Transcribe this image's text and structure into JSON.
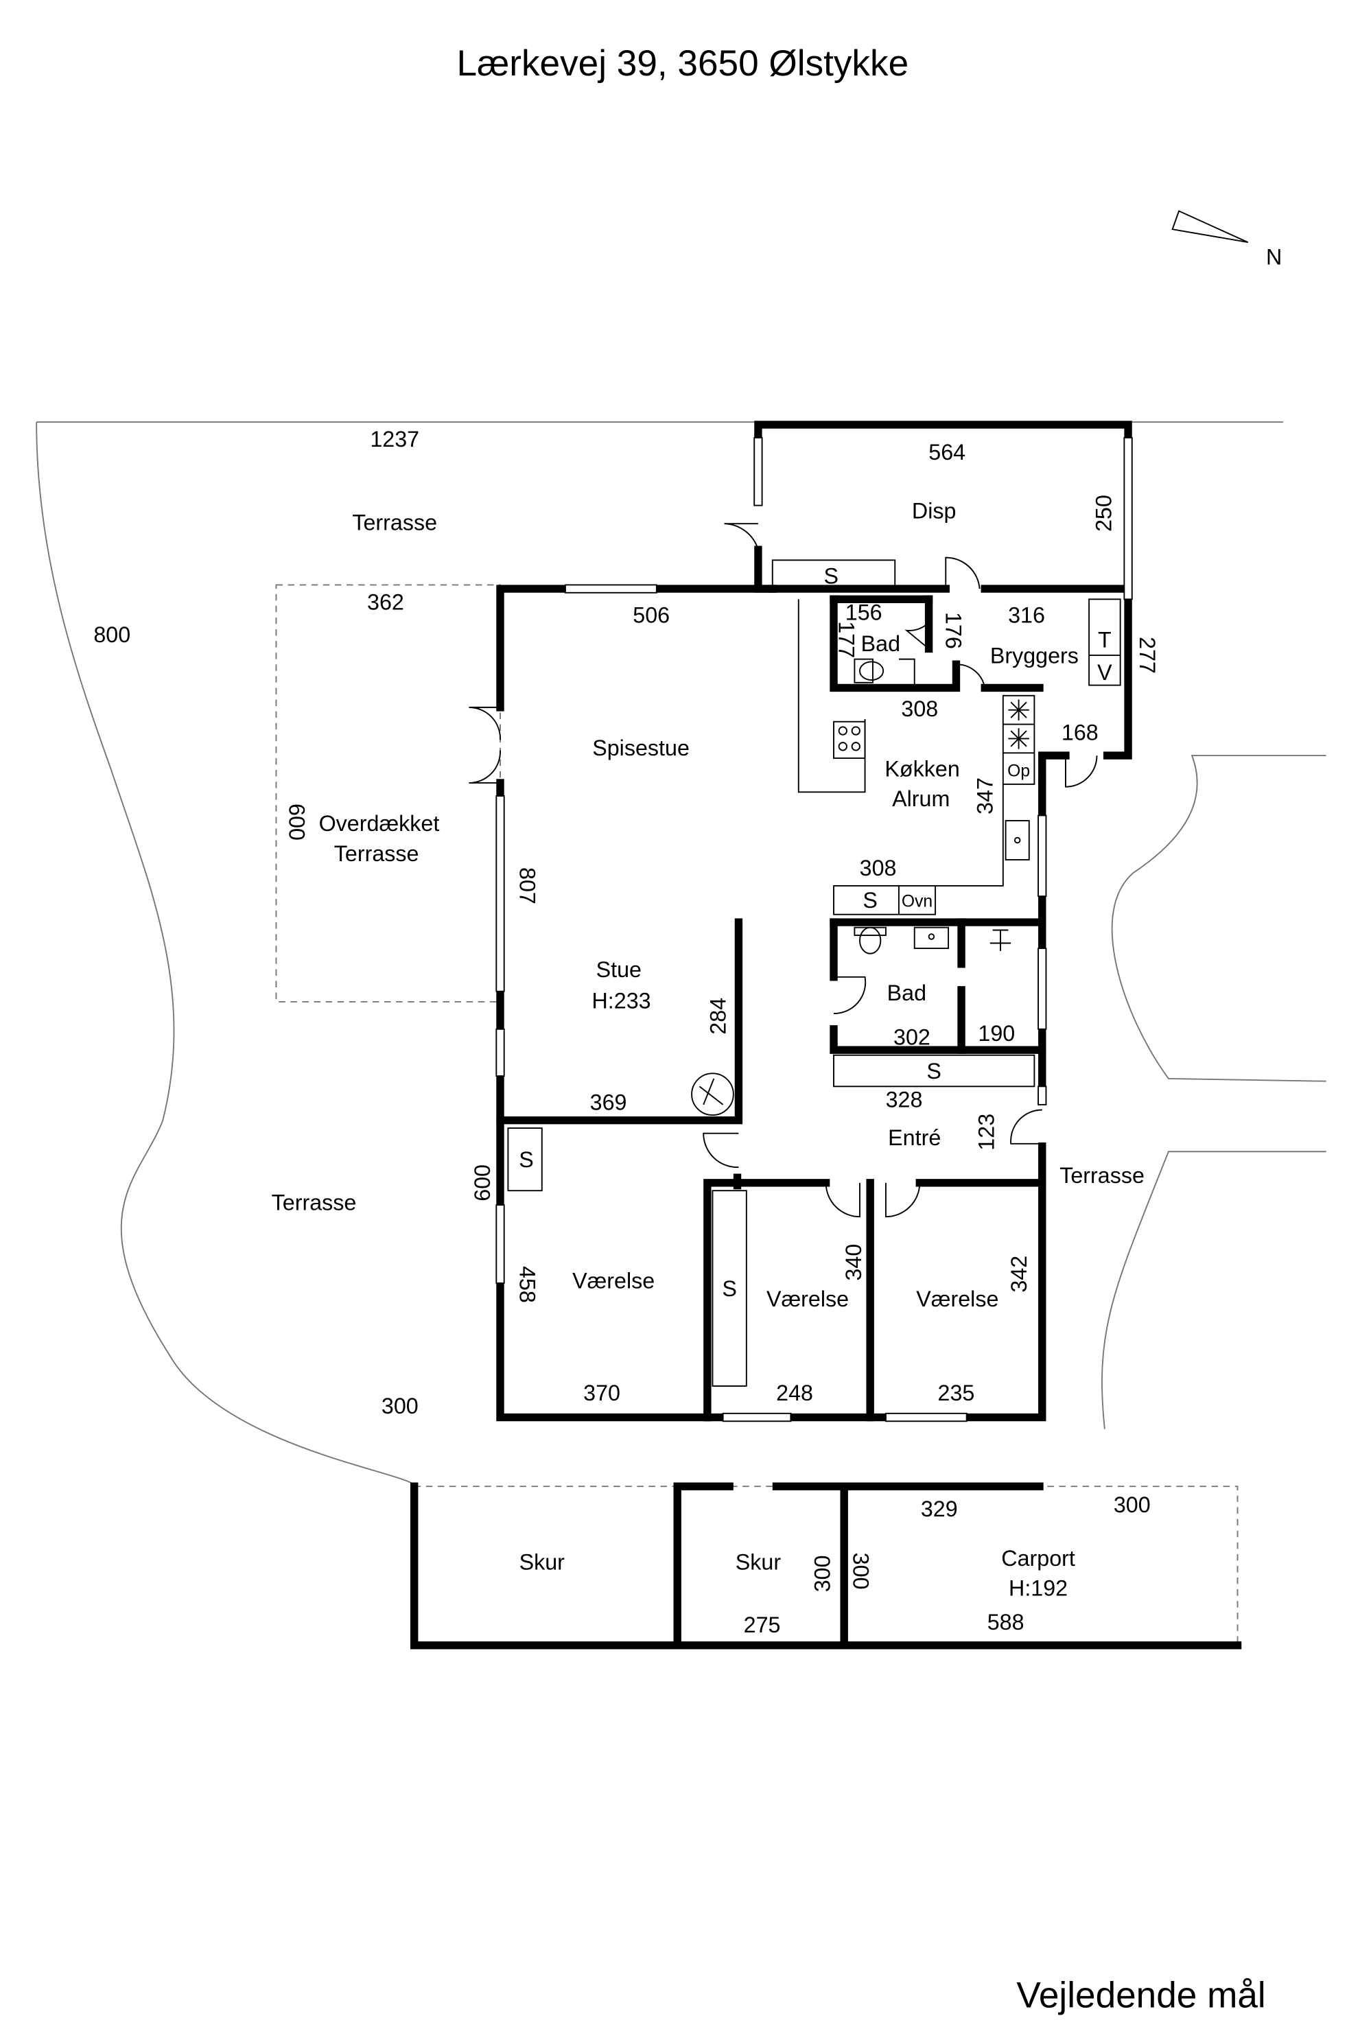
{
  "title": "Lærkevej 39, 3650 Ølstykke",
  "footer": "Vejledende mål",
  "north_label": "N",
  "rooms": {
    "terrasse_top": "Terrasse",
    "terrasse_left": "Terrasse",
    "terrasse_right": "Terrasse",
    "overdaekket_line1": "Overdækket",
    "overdaekket_line2": "Terrasse",
    "disp": "Disp",
    "bad_small": "Bad",
    "bryggers": "Bryggers",
    "spisestue": "Spisestue",
    "koekken_line1": "Køkken",
    "koekken_line2": "Alrum",
    "stue": "Stue",
    "stue_height": "H:233",
    "bad_large": "Bad",
    "entre": "Entré",
    "vaerelse_1": "Værelse",
    "vaerelse_2": "Værelse",
    "vaerelse_3": "Værelse",
    "skur_1": "Skur",
    "skur_2": "Skur",
    "carport": "Carport",
    "carport_height": "H:192"
  },
  "fixtures": {
    "s_disp": "S",
    "t": "T",
    "v": "V",
    "op": "Op",
    "s_kitchen": "S",
    "ovn": "Ovn",
    "s_entre": "S",
    "s_vaerelse_1": "S",
    "s_vaerelse_2": "S"
  },
  "dimensions": {
    "d1237": "1237",
    "d564": "564",
    "d250": "250",
    "d800": "800",
    "d362": "362",
    "d506": "506",
    "d156": "156",
    "d177": "177",
    "d176": "176",
    "d316": "316",
    "d277": "277",
    "d308_top": "308",
    "d168": "168",
    "d347": "347",
    "d600_cov": "600",
    "d807": "807",
    "d308_mid": "308",
    "d284": "284",
    "d302": "302",
    "d190": "190",
    "d369": "369",
    "d328": "328",
    "d123": "123",
    "d600_room": "600",
    "d458": "458",
    "d340": "340",
    "d342": "342",
    "d300_left": "300",
    "d370": "370",
    "d248": "248",
    "d235": "235",
    "d329": "329",
    "d300_right": "300",
    "d300_skur": "300",
    "d300_carport": "300",
    "d275": "275",
    "d588": "588"
  }
}
